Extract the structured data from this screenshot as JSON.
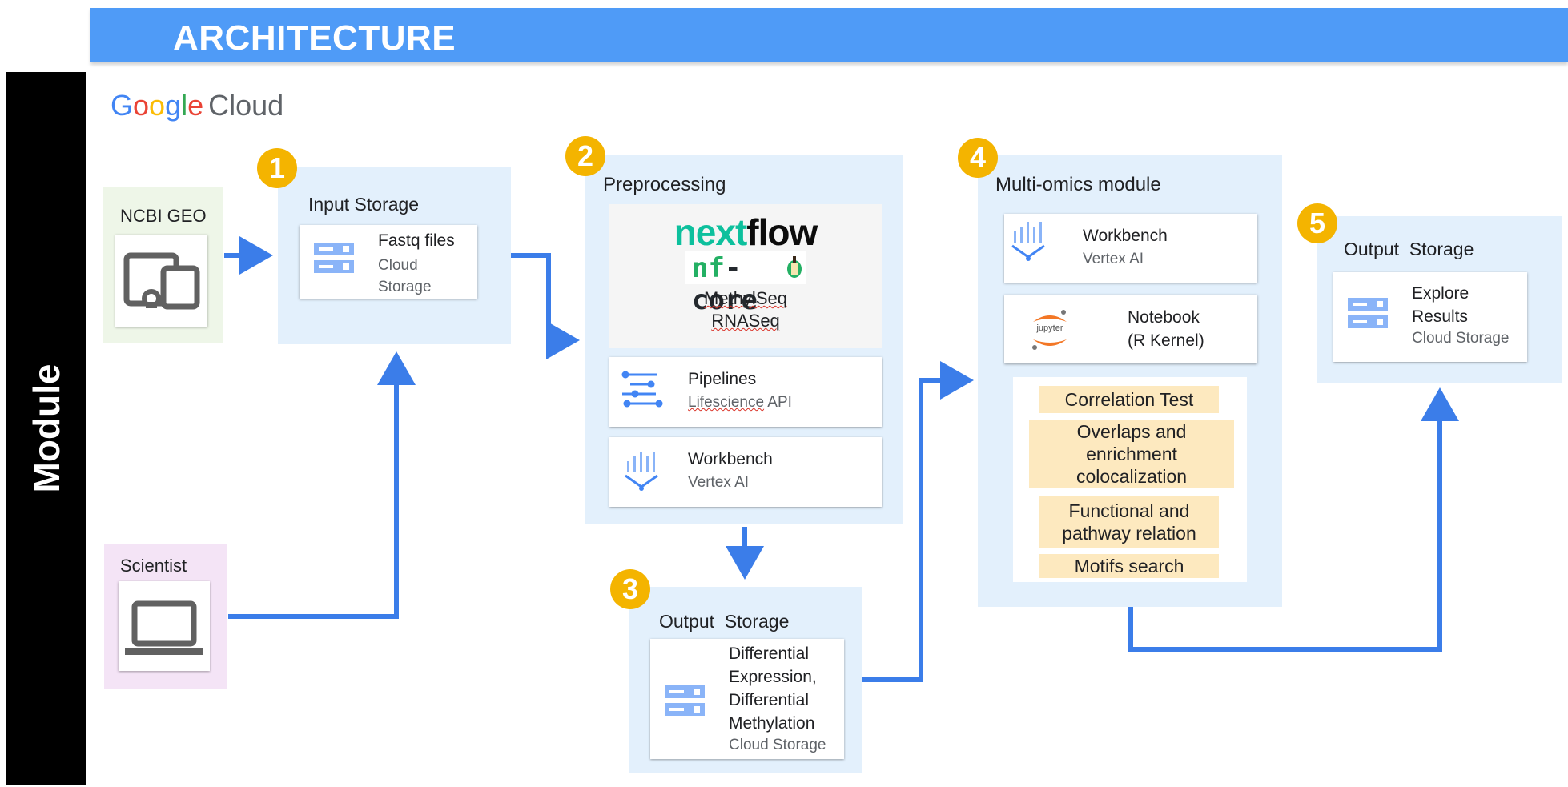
{
  "title": "ARCHITECTURE",
  "side_label": "Module",
  "logo": {
    "google": "Google",
    "cloud": "Cloud"
  },
  "sources": {
    "ncbi": "NCBI GEO",
    "scientist": "Scientist"
  },
  "steps": {
    "s1": {
      "number": "1",
      "title": "Input Storage",
      "card_title": "Fastq files",
      "card_sub": "Cloud Storage"
    },
    "s2": {
      "number": "2",
      "title": "Preprocessing",
      "nextflow": "nextflow",
      "nfcore": "nf-core",
      "methyl": "MethylSeq",
      "rna": "RNASeq",
      "pipelines": {
        "title": "Pipelines",
        "sub_a": "Lifescience",
        "sub_b": " API"
      },
      "workbench": {
        "title": "Workbench",
        "sub": "Vertex AI"
      }
    },
    "s3": {
      "number": "3",
      "title": "Output  Storage",
      "card_lines": [
        "Differential",
        "Expression,",
        "Differential",
        "Methylation"
      ],
      "card_sub": "Cloud Storage"
    },
    "s4": {
      "number": "4",
      "title": "Multi-omics module",
      "workbench": {
        "title": "Workbench",
        "sub": "Vertex AI"
      },
      "notebook": {
        "title": "Notebook",
        "sub": "(R Kernel)"
      },
      "jupyter": "jupyter",
      "analyses": [
        "Correlation Test",
        "Overlaps and enrichment colocalization",
        "Functional and pathway relation",
        "Motifs search"
      ]
    },
    "s5": {
      "number": "5",
      "title": "Output  Storage",
      "card_lines": [
        "Explore",
        "Results"
      ],
      "card_sub": "Cloud Storage"
    }
  },
  "colors": {
    "accent": "#4f9bf7",
    "badge": "#f4b400",
    "arrow": "#3b7de9",
    "panel": "#e3f0fc",
    "analysis": "#fde9bf"
  },
  "icons": [
    "storage-icon",
    "devices-icon",
    "laptop-icon",
    "pipelines-icon",
    "vertex-ai-icon",
    "jupyter-icon"
  ]
}
